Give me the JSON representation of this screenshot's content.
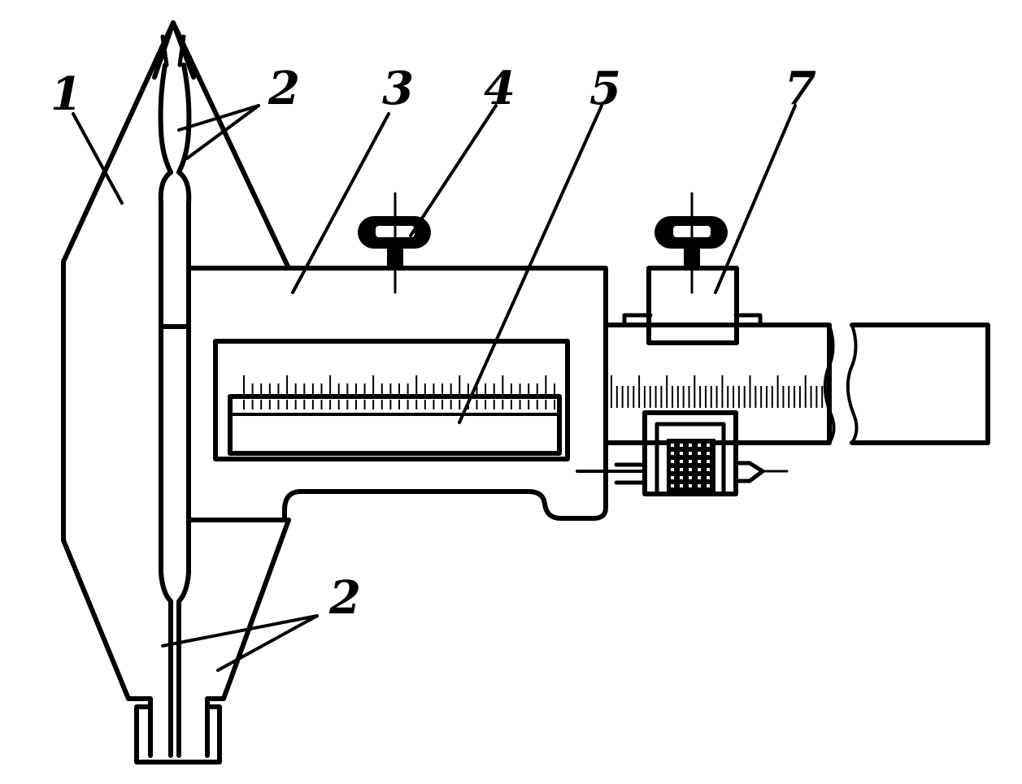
{
  "labels": {
    "l1": "1",
    "l2_top": "2",
    "l3": "3",
    "l4": "4",
    "l5": "5",
    "l7": "7",
    "l2_bottom": "2"
  },
  "scales": {
    "vernier_ticks": 37,
    "main_scale_ticks": 40
  },
  "colors": {
    "ink": "#000000",
    "paper": "#ffffff"
  }
}
